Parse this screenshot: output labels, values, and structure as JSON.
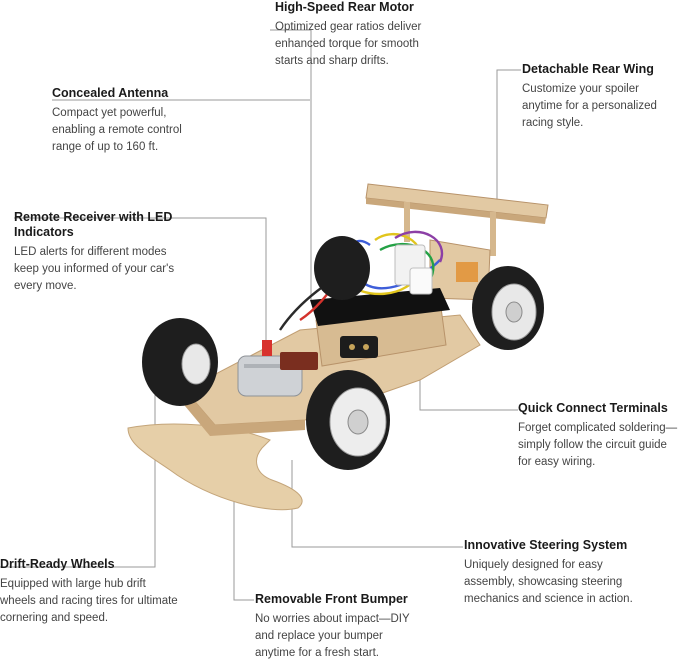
{
  "callouts": {
    "motor": {
      "title": "High-Speed Rear Motor",
      "desc": "Optimized gear ratios deliver enhanced torque for smooth starts and sharp drifts."
    },
    "antenna": {
      "title": "Concealed Antenna",
      "desc": "Compact yet powerful, enabling a remote control range of up to 160 ft."
    },
    "wing": {
      "title": "Detachable Rear Wing",
      "desc": "Customize your spoiler anytime for a personalized racing style."
    },
    "receiver": {
      "title": "Remote Receiver with LED Indicators",
      "desc": "LED alerts for different modes keep you informed of your car's every move."
    },
    "terminals": {
      "title": "Quick Connect Terminals",
      "desc": "Forget complicated soldering—simply follow the circuit guide for easy wiring."
    },
    "steering": {
      "title": "Innovative Steering System",
      "desc": "Uniquely designed for easy assembly, showcasing steering mechanics and science in action."
    },
    "wheels": {
      "title": "Drift-Ready Wheels",
      "desc": "Equipped with large hub drift wheels and racing tires for ultimate cornering and speed."
    },
    "bumper": {
      "title": "Removable Front Bumper",
      "desc": "No worries about impact—DIY and replace your bumper anytime for a fresh start."
    }
  },
  "colors": {
    "wood": "#e2c9a3",
    "wood_dark": "#c9a77b",
    "tire": "#1e1e1e",
    "leader": "#9a9a9a"
  }
}
